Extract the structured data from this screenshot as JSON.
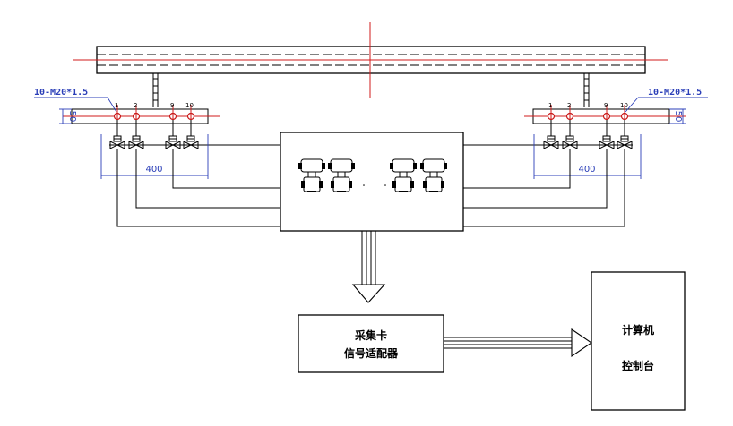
{
  "left_callout": "10-M20*1.5",
  "right_callout": "10-M20*1.5",
  "left_tap_numbers": [
    "1",
    "2",
    "9",
    "10"
  ],
  "right_tap_numbers": [
    "1",
    "2",
    "9",
    "10"
  ],
  "left_span_dimension": "400",
  "right_span_dimension": "400",
  "left_height_dimension": "50",
  "right_height_dimension": "50",
  "acquisition_box": {
    "line1": "采集卡",
    "line2": "信号适配器"
  },
  "computer_box": {
    "line1": "计算机",
    "line2": "控制台"
  },
  "colors": {
    "centerline": "#d21b1b",
    "dimension": "#2b3fb8",
    "stroke": "#000000"
  }
}
